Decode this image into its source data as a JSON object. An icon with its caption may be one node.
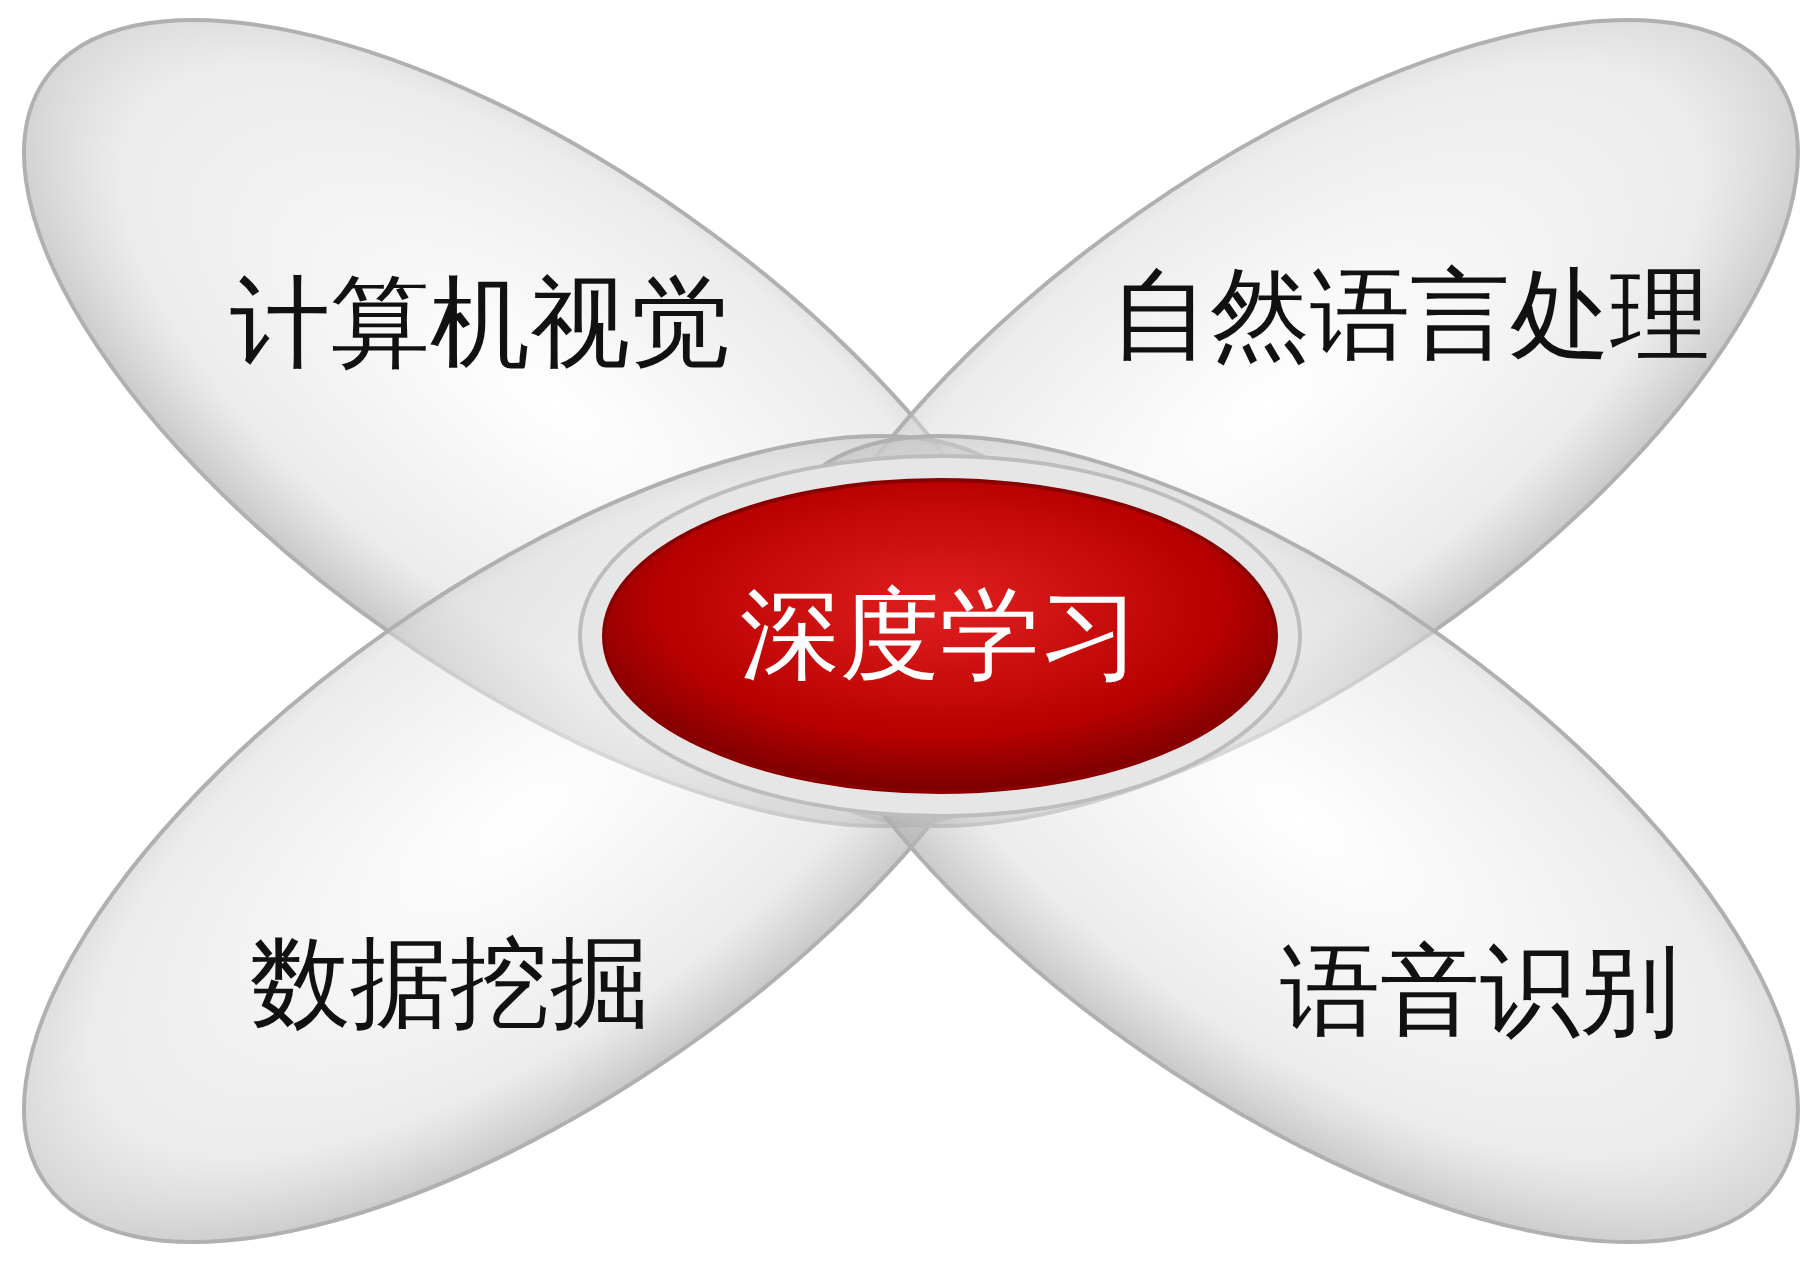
{
  "diagram": {
    "nodes": [
      {
        "text": [
          "计算机视觉"
        ]
      },
      {
        "text": [
          "自然语言处理"
        ]
      },
      {
        "text": [
          "深度学习"
        ]
      },
      {
        "text": [
          "数据挖掘"
        ]
      },
      {
        "text": [
          "语音识别"
        ]
      }
    ]
  }
}
